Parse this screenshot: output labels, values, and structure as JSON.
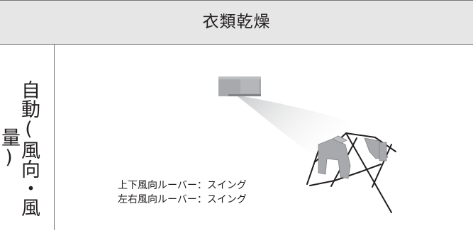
{
  "header": {
    "title": "衣類乾燥"
  },
  "mode": {
    "label": "自動(風向・風量)"
  },
  "captions": [
    "上下風向ルーバー：スイング",
    "左右風向ルーバー：スイング"
  ],
  "colors": {
    "header_background": "#e6e6e6",
    "border": "#777777",
    "text": "#231f20",
    "air_conditioner": "#a7a9ac",
    "clothes": "#a7a9ac",
    "drying_rack": "#231f20"
  },
  "icons": {
    "air_conditioner": "air-conditioner-icon",
    "airflow": "airflow-icon",
    "drying_rack": "drying-rack-icon",
    "clothes": "clothes-icon"
  }
}
